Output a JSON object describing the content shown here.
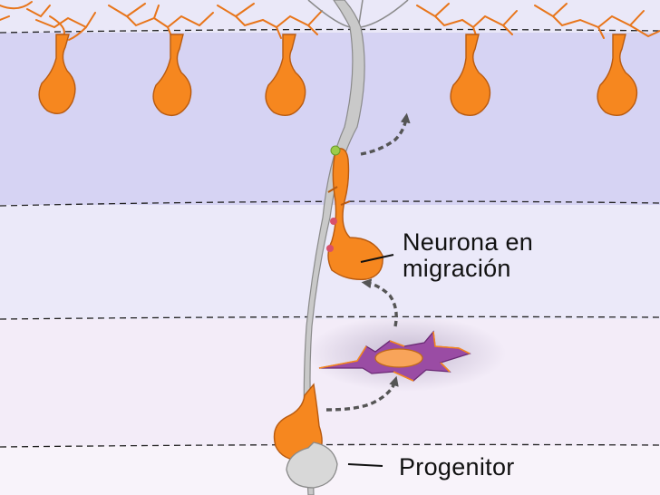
{
  "labels": {
    "migrating_neuron_line1": "Neurona en",
    "migrating_neuron_line2": "migración",
    "progenitor": "Progenitor"
  },
  "colors": {
    "layer_top": "#d6d3f3",
    "layer_second": "#e8e6f8",
    "layer_third": "#ecebf9",
    "layer_fourth": "#f3ecf8",
    "layer_bottom": "#f7f3fa",
    "neuron_fill": "#f6871f",
    "neuron_stroke": "#b85a10",
    "radial_glia": "#c9c9c9",
    "radial_glia_stroke": "#8a8a8a",
    "interneuron_purple": "#9a4ca4",
    "arrow": "#555555"
  },
  "icons": {
    "arrow": "dashed-curved-arrow",
    "cells": "neuron-cell"
  }
}
